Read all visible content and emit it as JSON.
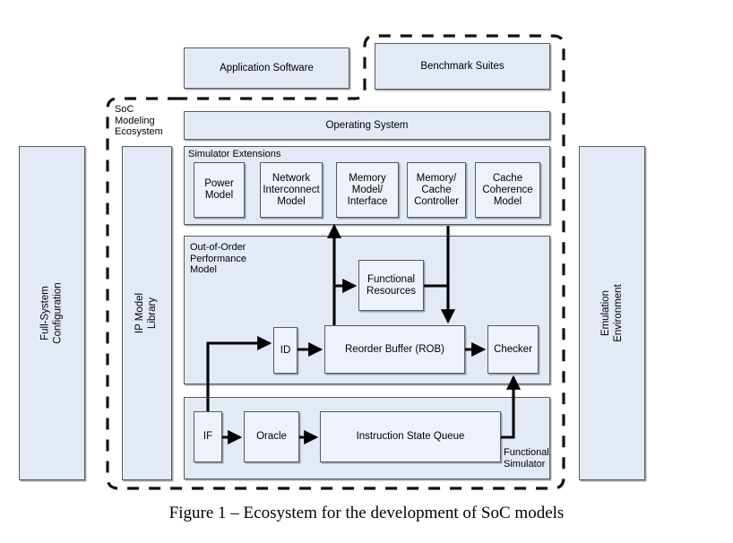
{
  "figure": {
    "caption": "Figure 1 – Ecosystem for the development of SoC models",
    "boundary_label": "SoC\nModeling\nEcosystem"
  },
  "top_boxes": {
    "application_software": "Application Software",
    "benchmark_suites": "Benchmark Suites",
    "operating_system": "Operating System"
  },
  "side_bars": {
    "left": "Full-System\nConfiguration",
    "ip_library": "IP Model\nLibrary",
    "right": "Emulation\nEnvironment"
  },
  "simulator_extensions": {
    "title": "Simulator Extensions",
    "items": [
      "Power\nModel",
      "Network\nInterconnect\nModel",
      "Memory\nModel/\nInterface",
      "Memory/\nCache\nController",
      "Cache\nCoherence\nModel"
    ]
  },
  "performance_model": {
    "title": "Out-of-Order\nPerformance\nModel",
    "blocks": {
      "functional_resources": "Functional\nResources",
      "id": "ID",
      "rob": "Reorder Buffer (ROB)",
      "checker": "Checker"
    }
  },
  "functional_simulator": {
    "title": "Functional\nSimulator",
    "blocks": {
      "if": "IF",
      "oracle": "Oracle",
      "instruction_state_queue": "Instruction State Queue"
    }
  },
  "colors": {
    "box_fill": "#e3eaf5",
    "inner_fill": "#eef2fa",
    "stroke": "#555a60",
    "wire": "#000000",
    "background": "#ffffff"
  }
}
